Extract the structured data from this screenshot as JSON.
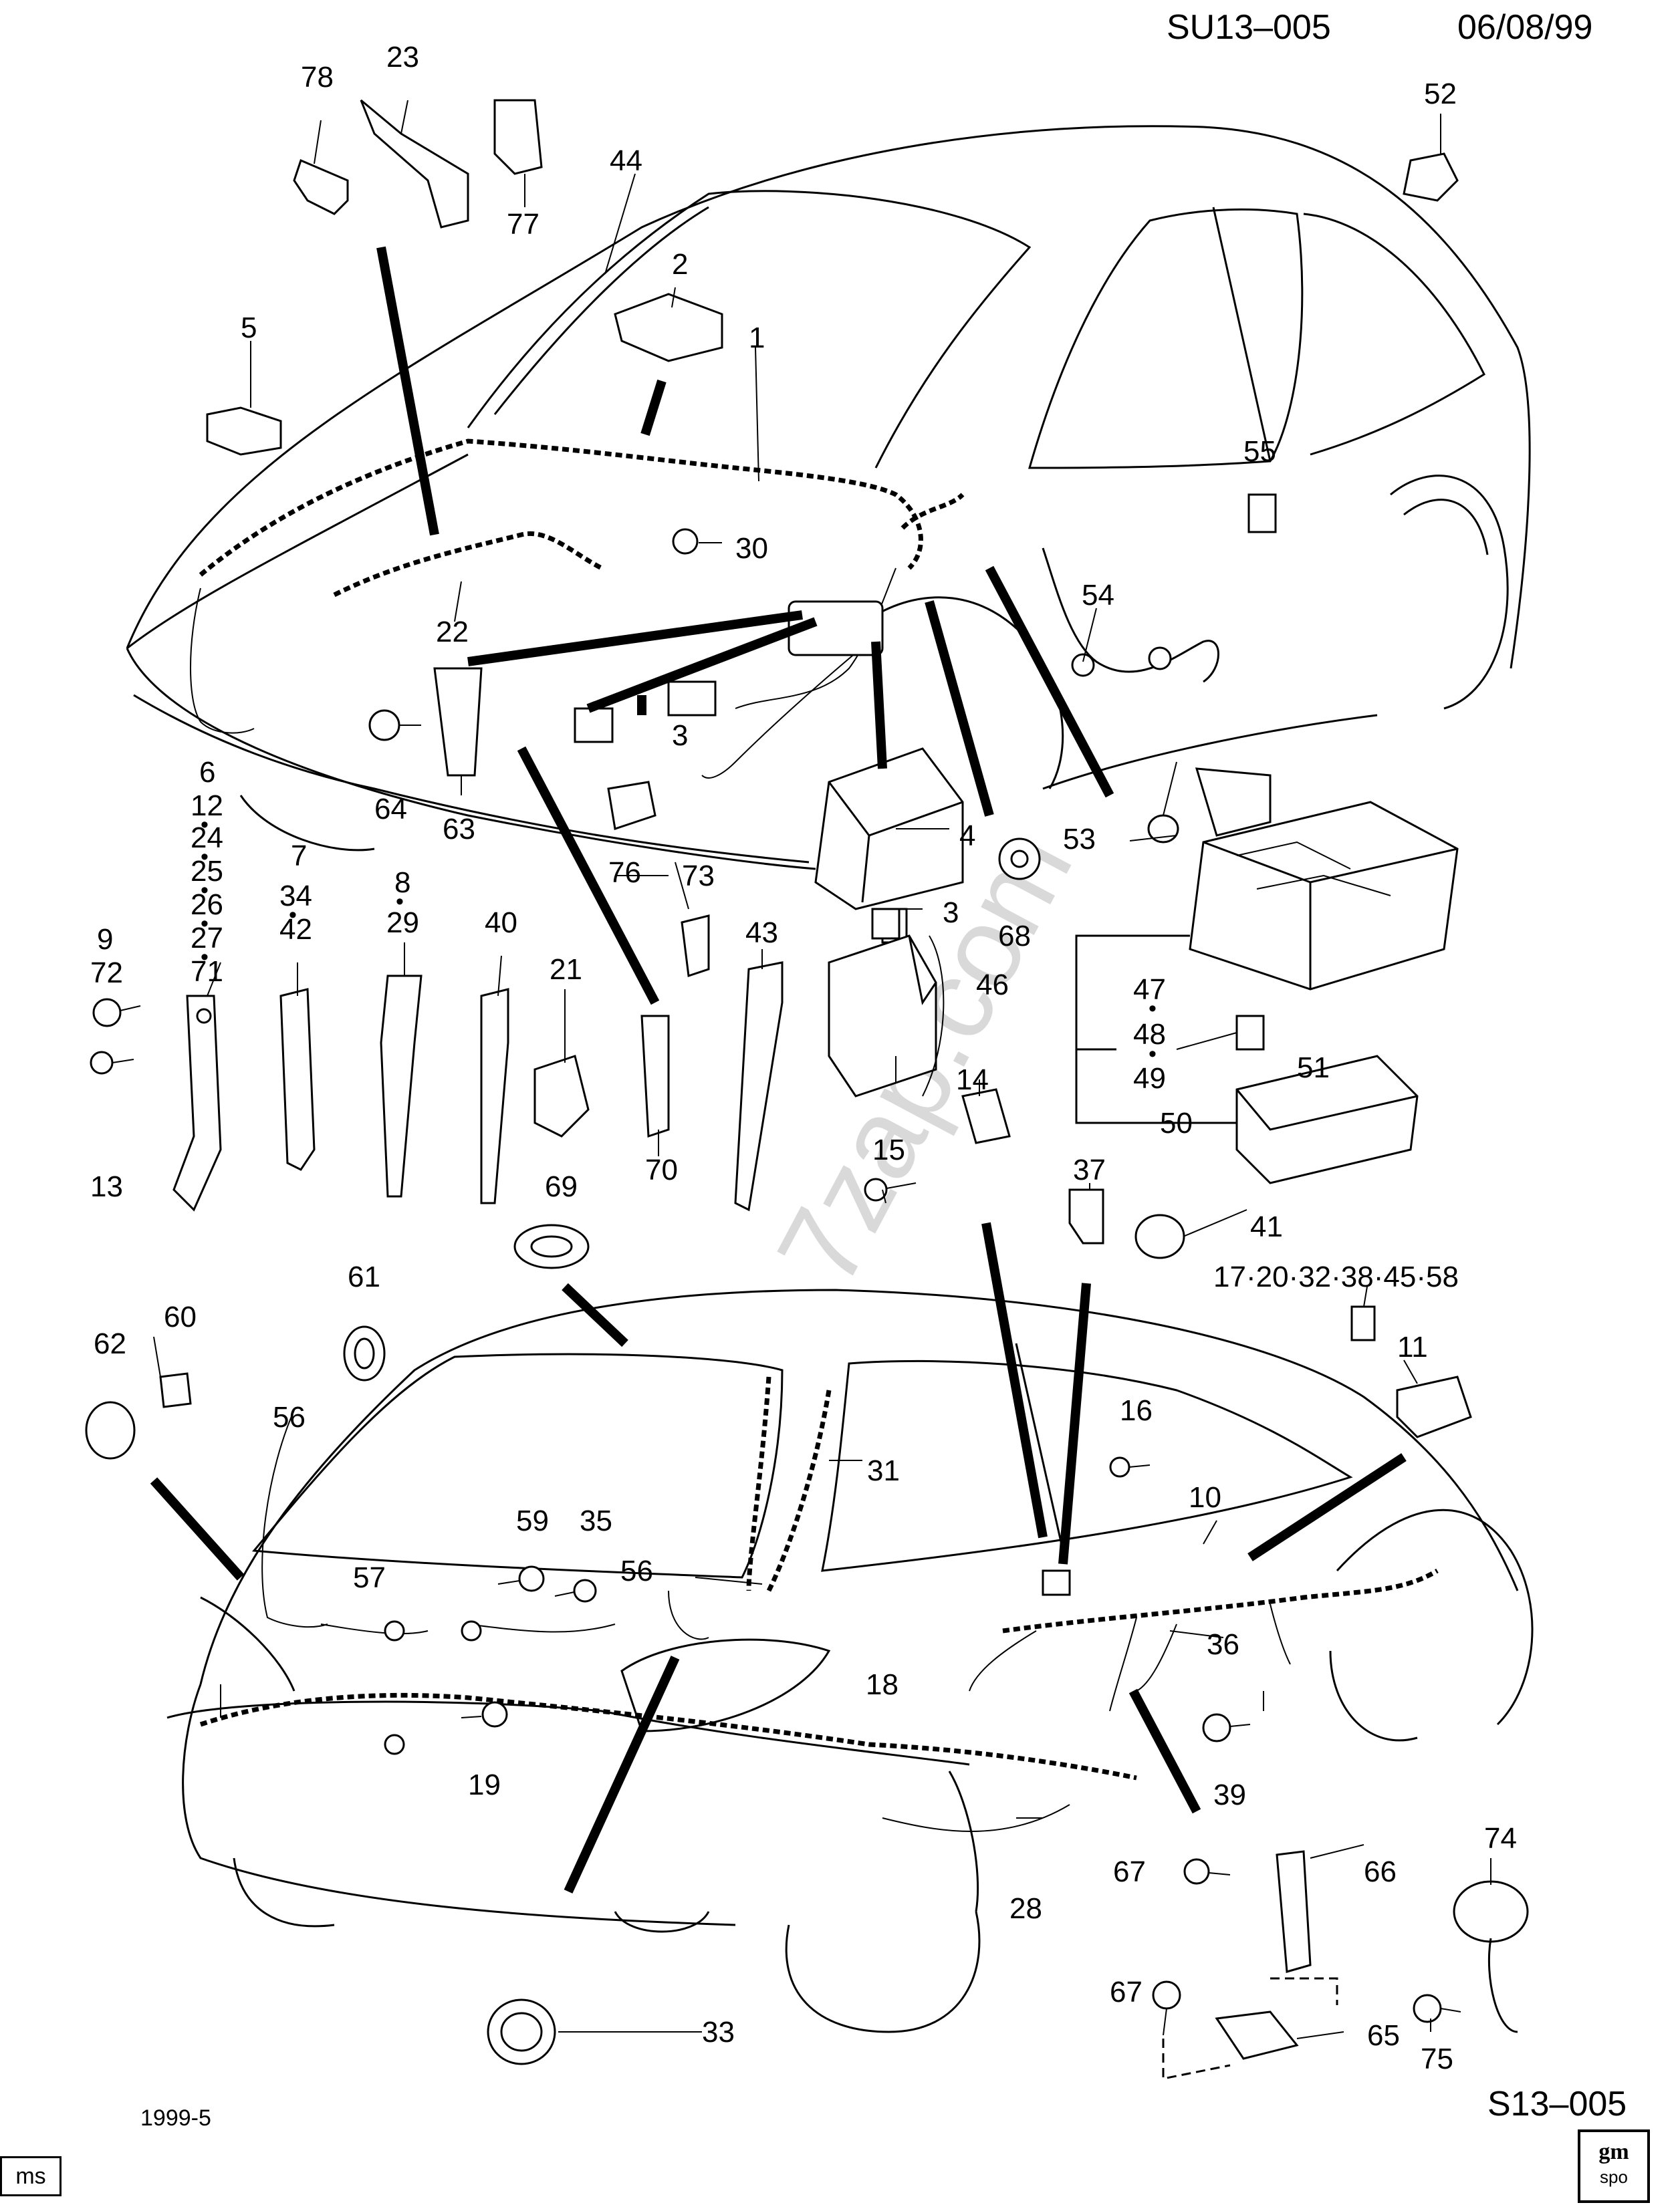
{
  "header": {
    "code": "SU13–005",
    "date": "06/08/99"
  },
  "footer": {
    "left_code": "1999-5",
    "right_code": "S13–005",
    "corner_tag": "ms",
    "logo_top": "gm",
    "logo_bottom": "spo"
  },
  "watermark": "7zap.com",
  "callouts": {
    "c1": "1",
    "c2": "2",
    "c3a": "3",
    "c3b": "3",
    "c4": "4",
    "c5": "5",
    "c6": "6",
    "c7": "7",
    "c8": "8",
    "c9": "9",
    "c10": "10",
    "c11": "11",
    "c12": "12",
    "c13": "13",
    "c14": "14",
    "c15": "15",
    "c16": "16",
    "c18": "18",
    "c19": "19",
    "c21": "21",
    "c22": "22",
    "c23": "23",
    "c24": "24",
    "c25": "25",
    "c26": "26",
    "c27": "27",
    "c28": "28",
    "c29": "29",
    "c30": "30",
    "c31": "31",
    "c33": "33",
    "c34": "34",
    "c35": "35",
    "c36": "36",
    "c37": "37",
    "c39": "39",
    "c40": "40",
    "c41": "41",
    "c42": "42",
    "c43": "43",
    "c44": "44",
    "c46": "46",
    "c47": "47",
    "c48": "48",
    "c49": "49",
    "c50": "50",
    "c51": "51",
    "c52": "52",
    "c53": "53",
    "c54": "54",
    "c55": "55",
    "c56a": "56",
    "c56b": "56",
    "c57": "57",
    "c59": "59",
    "c60": "60",
    "c61": "61",
    "c62": "62",
    "c63": "63",
    "c64": "64",
    "c65": "65",
    "c66": "66",
    "c67a": "67",
    "c67b": "67",
    "c68": "68",
    "c69": "69",
    "c70": "70",
    "c71": "71",
    "c72": "72",
    "c73": "73",
    "c74": "74",
    "c75": "75",
    "c76": "76",
    "c77": "77",
    "c78": "78",
    "group_17": "17·20·32·38·45·58"
  }
}
